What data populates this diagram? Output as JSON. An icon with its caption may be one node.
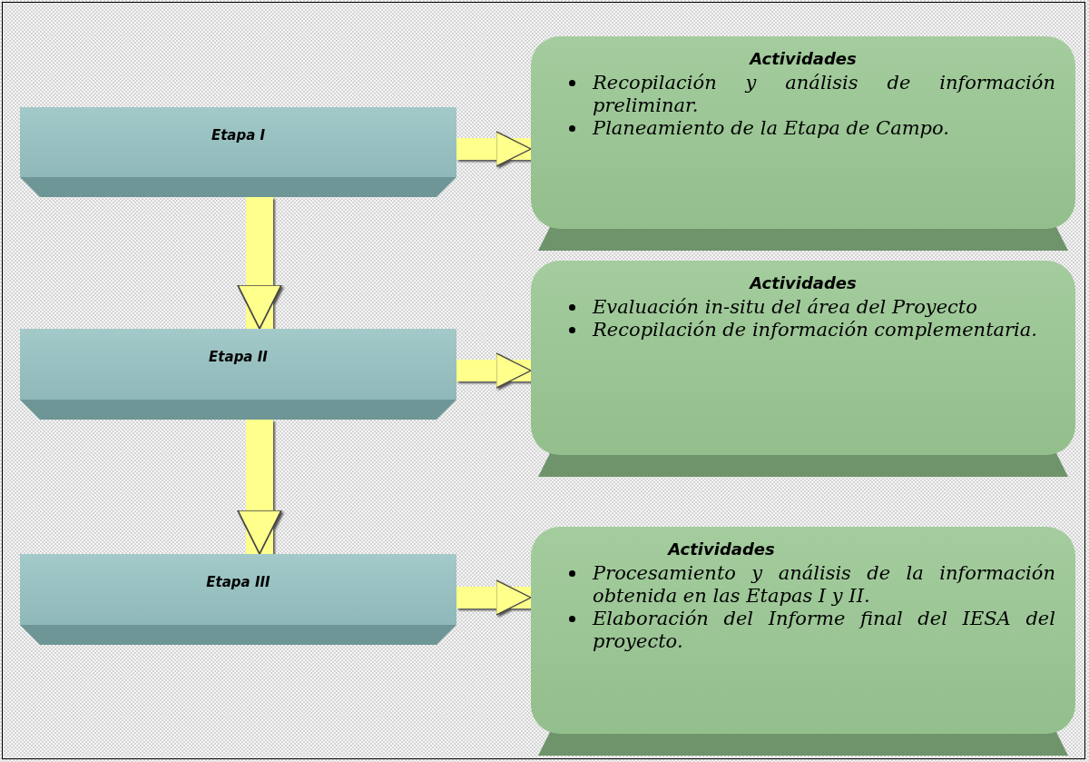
{
  "diagram": {
    "nodes": [
      {
        "text": [
          "Etapa I"
        ]
      },
      {
        "text": [
          "Etapa II"
        ]
      },
      {
        "text": [
          "Etapa III"
        ]
      },
      {
        "text": [
          "Actividades",
          "Recopilación y análisis de información preliminar.",
          "Planeamiento de la Etapa de Campo."
        ]
      },
      {
        "text": [
          "Actividades",
          "Evaluación in-situ del área del Proyecto",
          "Recopilación de información complementaria."
        ]
      },
      {
        "text": [
          "Actividades",
          "Procesamiento y análisis de la información obtenida en las Etapas I y II.",
          "Elaboración del Informe final del IESA del proyecto."
        ]
      }
    ],
    "edges": [
      {
        "from": 0,
        "to": 1,
        "arrow": "to"
      },
      {
        "from": 1,
        "to": 2,
        "arrow": "to"
      },
      {
        "from": 0,
        "to": 3,
        "arrow": "to"
      },
      {
        "from": 1,
        "to": 4,
        "arrow": "to"
      },
      {
        "from": 2,
        "to": 5,
        "arrow": "to"
      }
    ]
  }
}
